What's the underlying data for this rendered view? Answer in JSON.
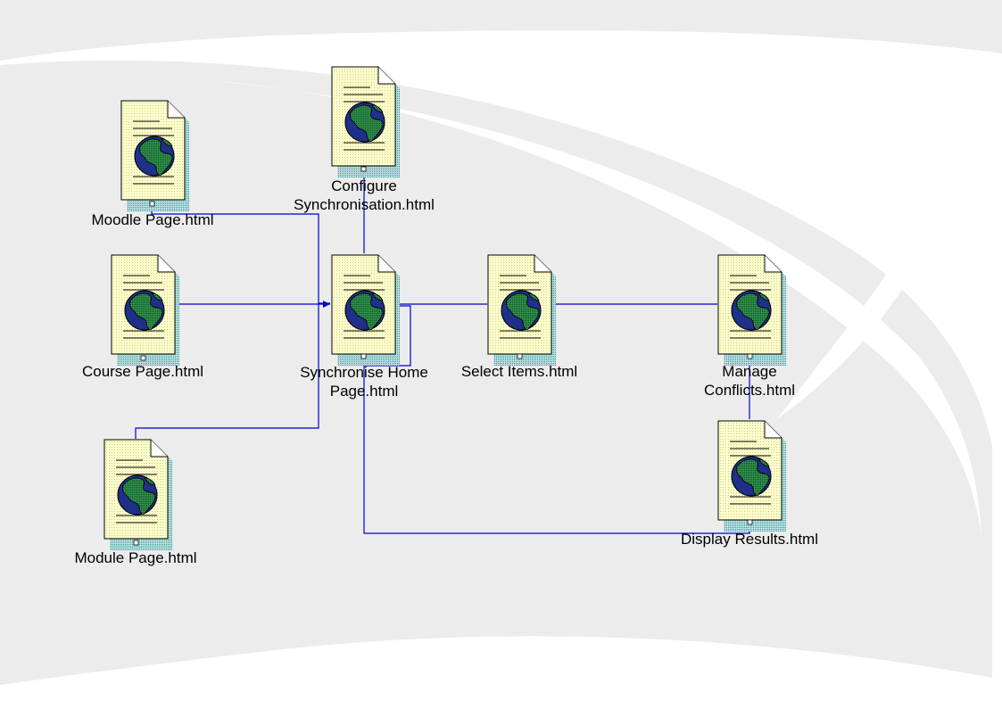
{
  "diagram": {
    "colors": {
      "background_panel": "#ececec",
      "page_fill": "#ffffcc",
      "page_shadow": "#2e9999",
      "globe_ocean": "#1f2f8a",
      "globe_land": "#1f7a3a",
      "connector": "#0000cc"
    },
    "icon": "web-page-globe-icon",
    "nodes": {
      "moodle": {
        "label": "Moodle Page.html"
      },
      "course": {
        "label": "Course Page.html"
      },
      "module": {
        "label": "Module Page.html"
      },
      "configure": {
        "label_line1": "Configure",
        "label_line2": "Synchronisation.html"
      },
      "home": {
        "label_line1": "Synchronise Home",
        "label_line2": "Page.html"
      },
      "select": {
        "label": "Select Items.html"
      },
      "manage": {
        "label_line1": "Manage",
        "label_line2": "Conflicts.html"
      },
      "results": {
        "label": "Display Results.html"
      }
    }
  }
}
